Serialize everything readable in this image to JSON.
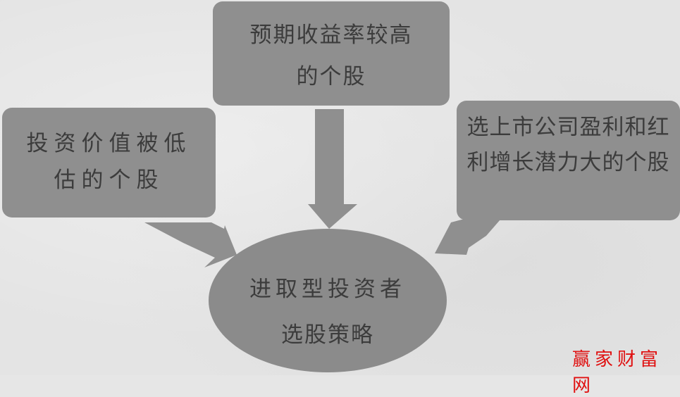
{
  "diagram": {
    "top_box": {
      "lines": [
        "预期收益率较高",
        "的个股"
      ]
    },
    "left_box": {
      "lines": [
        "投资价值被低",
        "估的个股"
      ]
    },
    "right_box": {
      "lines": [
        "选上市公司盈利和红",
        "利增长潜力大的个股"
      ]
    },
    "center": {
      "lines": [
        "进取型投资者",
        "选股策略"
      ]
    },
    "arrows": [
      {
        "from": "top_box",
        "to": "center",
        "direction": "down"
      },
      {
        "from": "left_box",
        "to": "center",
        "direction": "down-right"
      },
      {
        "from": "right_box",
        "to": "center",
        "direction": "down-left"
      }
    ],
    "colors": {
      "background": "#e4e4e4",
      "shape_fill": "#8f8f8f",
      "text": "#3c3c3c",
      "watermark": "#e01010"
    }
  },
  "watermark": {
    "text": "赢家财富网"
  }
}
